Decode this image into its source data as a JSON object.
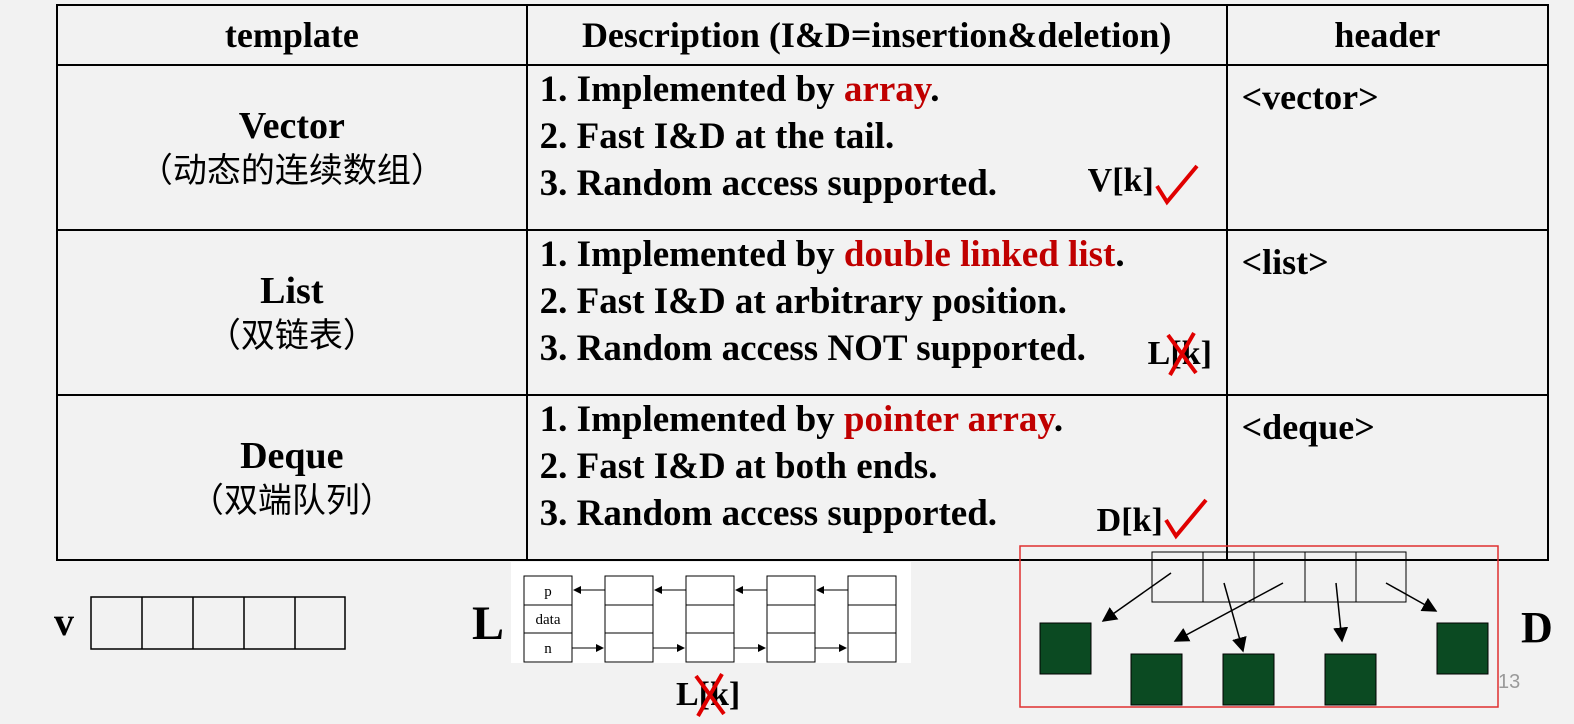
{
  "table": {
    "headers": [
      "template",
      "Description (I&D=insertion&deletion)",
      "header"
    ],
    "rows": [
      {
        "name": "Vector",
        "cn": "（动态的连续数组）",
        "l1_pre": "1. Implemented by ",
        "l1_red": "array",
        "l1_post": ".",
        "l2": "2. Fast I&D at the tail.",
        "l3": "3. Random access supported.",
        "access": "V[k]",
        "access_mark": "check",
        "header": "<vector>"
      },
      {
        "name": "List",
        "cn": "（双链表）",
        "l1_pre": "1. Implemented by ",
        "l1_red": "double linked list",
        "l1_post": ".",
        "l2": "2. Fast I&D at arbitrary position.",
        "l3": "3. Random access NOT supported.",
        "access": "L[k]",
        "access_mark": "cross",
        "header": "<list>"
      },
      {
        "name": "Deque",
        "cn": "（双端队列）",
        "l1_pre": "1. Implemented by ",
        "l1_red": "pointer array",
        "l1_post": ".",
        "l2": "2. Fast I&D at both ends.",
        "l3": "3. Random access  supported.",
        "access": "D[k]",
        "access_mark": "check",
        "header": "<deque>"
      }
    ]
  },
  "diagrams": {
    "vector_label": "v",
    "list_label": "L",
    "list_node_fields": [
      "p",
      "data",
      "n"
    ],
    "list_access": "L[k]",
    "deque_label": "D"
  },
  "colors": {
    "accent_red": "#c00000",
    "mark_red": "#e00000",
    "block_green": "#0b4a22",
    "frame_red": "#e03030"
  },
  "slide_number": "13"
}
